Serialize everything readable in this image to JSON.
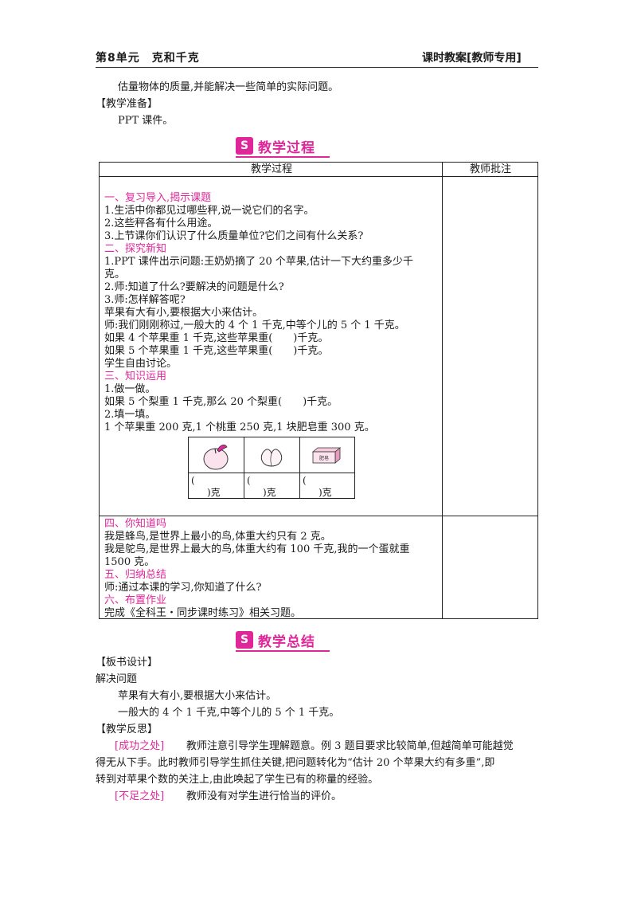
{
  "header": {
    "unit_title": "第8单元　克和千克",
    "right_title": "课时教案[教师专用]"
  },
  "intro": {
    "objective_line": "估量物体的质量,并能解决一些简单的实际问题。",
    "prep_heading": "【教学准备】",
    "prep_text": "PPT 课件。"
  },
  "banner_process": {
    "logo": "S",
    "title": "教学过程"
  },
  "table": {
    "col1_header": "教学过程",
    "col2_header": "教师批注",
    "section1": {
      "heading": "一、复习导入,揭示课题",
      "lines": [
        "1.生活中你都见过哪些秤,说一说它们的名字。",
        "2.这些秤各有什么用途。",
        "3.上节课你们认识了什么质量单位?它们之间有什么关系?"
      ]
    },
    "section2": {
      "heading": "二、探究新知",
      "lines": [
        "1.PPT 课件出示问题:王奶奶摘了 20 个苹果,估计一下大约重多少千",
        "克。",
        "2.师:知道了什么?要解决的问题是什么?",
        "3.师:怎样解答呢?",
        "苹果有大有小,要根据大小来估计。",
        "师:我们刚刚称过,一般大的 4 个 1 千克,中等个儿的 5 个 1 千克。",
        "如果 4 个苹果重 1 千克,这些苹果重(　　)千克。",
        "如果 5 个苹果重 1 千克,这些苹果重(　　)千克。",
        "学生自由讨论。"
      ]
    },
    "section3": {
      "heading": "三、知识运用",
      "lines": [
        "1.做一做。",
        "如果 5 个梨重 1 千克,那么 20 个梨重(　　)千克。",
        "2.填一填。",
        "1 个苹果重 200 克,1 个桃重 250 克,1 块肥皂重 300 克。"
      ]
    },
    "fruit_table": {
      "items": [
        {
          "icon": "apple-icon",
          "blank_open": "(",
          "blank_close": ")克"
        },
        {
          "icon": "peach-icon",
          "blank_open": "(",
          "blank_close": ")克"
        },
        {
          "icon": "soap-icon",
          "blank_open": "(",
          "blank_close": ")克",
          "soap_label": "肥皂"
        }
      ]
    },
    "section4": {
      "heading": "四、你知道吗",
      "lines": [
        "我是蜂鸟,是世界上最小的鸟,体重大约只有 2 克。",
        "我是鸵鸟,是世界上最大的鸟,体重大约有 100 千克,我的一个蛋就重",
        "1500 克。"
      ]
    },
    "section5": {
      "heading": "五、归纳总结",
      "lines": [
        "师:通过本课的学习,你知道了什么?"
      ]
    },
    "section6": {
      "heading": "六、布置作业",
      "lines": [
        "完成《全科王・同步课时练习》相关习题。"
      ]
    }
  },
  "banner_summary": {
    "logo": "S",
    "title": "教学总结"
  },
  "summary": {
    "board_heading": "【板书设计】",
    "board_title": "解决问题",
    "board_lines": [
      "苹果有大有小,要根据大小来估计。",
      "一般大的 4 个 1 千克,中等个儿的 5 个 1 千克。"
    ],
    "reflection_heading": "【教学反思】",
    "success_tag": "[成功之处]",
    "success_lines": [
      "教师注意引导学生理解题意。例 3 题目要求比较简单,但越简单可能越觉",
      "得无从下手。此时教师引导学生抓住关键,把问题转化为“估计 20 个苹果大约有多重”,即",
      "转到对苹果个数的关注上,由此唤起了学生已有的称量的经验。"
    ],
    "lack_tag": "[不足之处]",
    "lack_text": "教师没有对学生进行恰当的评价。"
  },
  "colors": {
    "accent": "#e0279a",
    "text": "#1a1a1a"
  }
}
